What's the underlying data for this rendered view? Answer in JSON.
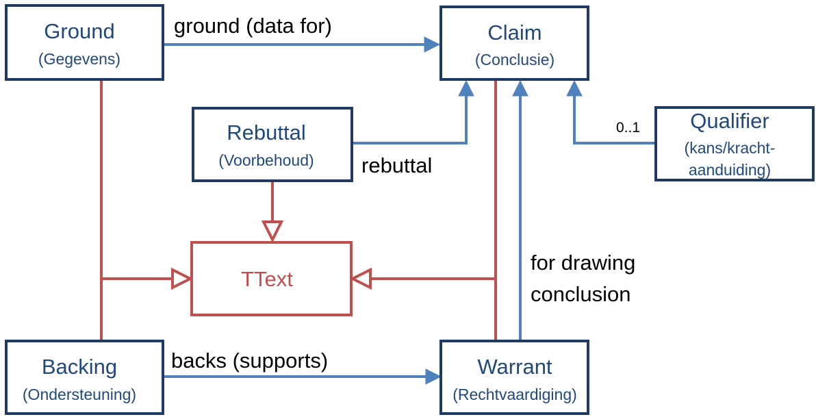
{
  "nodes": {
    "ground": {
      "title": "Ground",
      "subtitle": "(Gegevens)"
    },
    "claim": {
      "title": "Claim",
      "subtitle": "(Conclusie)"
    },
    "rebuttal": {
      "title": "Rebuttal",
      "subtitle": "(Voorbehoud)"
    },
    "qualifier": {
      "title": "Qualifier",
      "subtitle_line1": "(kans/kracht-",
      "subtitle_line2": "aanduiding)"
    },
    "ttext": {
      "title": "TText"
    },
    "backing": {
      "title": "Backing",
      "subtitle": "(Ondersteuning)"
    },
    "warrant": {
      "title": "Warrant",
      "subtitle": "(Rechtvaardiging)"
    }
  },
  "edges": {
    "ground_claim": {
      "label": "ground (data for)"
    },
    "rebuttal_claim": {
      "label": "rebuttal"
    },
    "qualifier_claim": {
      "multiplicity": "0..1"
    },
    "warrant_claim": {
      "label_line1": "for drawing",
      "label_line2": "conclusion"
    },
    "backing_warrant": {
      "label": "backs (supports)"
    }
  },
  "colors": {
    "box_border": "#1f3b63",
    "node_text": "#1f497d",
    "association": "#4f81bd",
    "generalization": "#c0504d"
  }
}
